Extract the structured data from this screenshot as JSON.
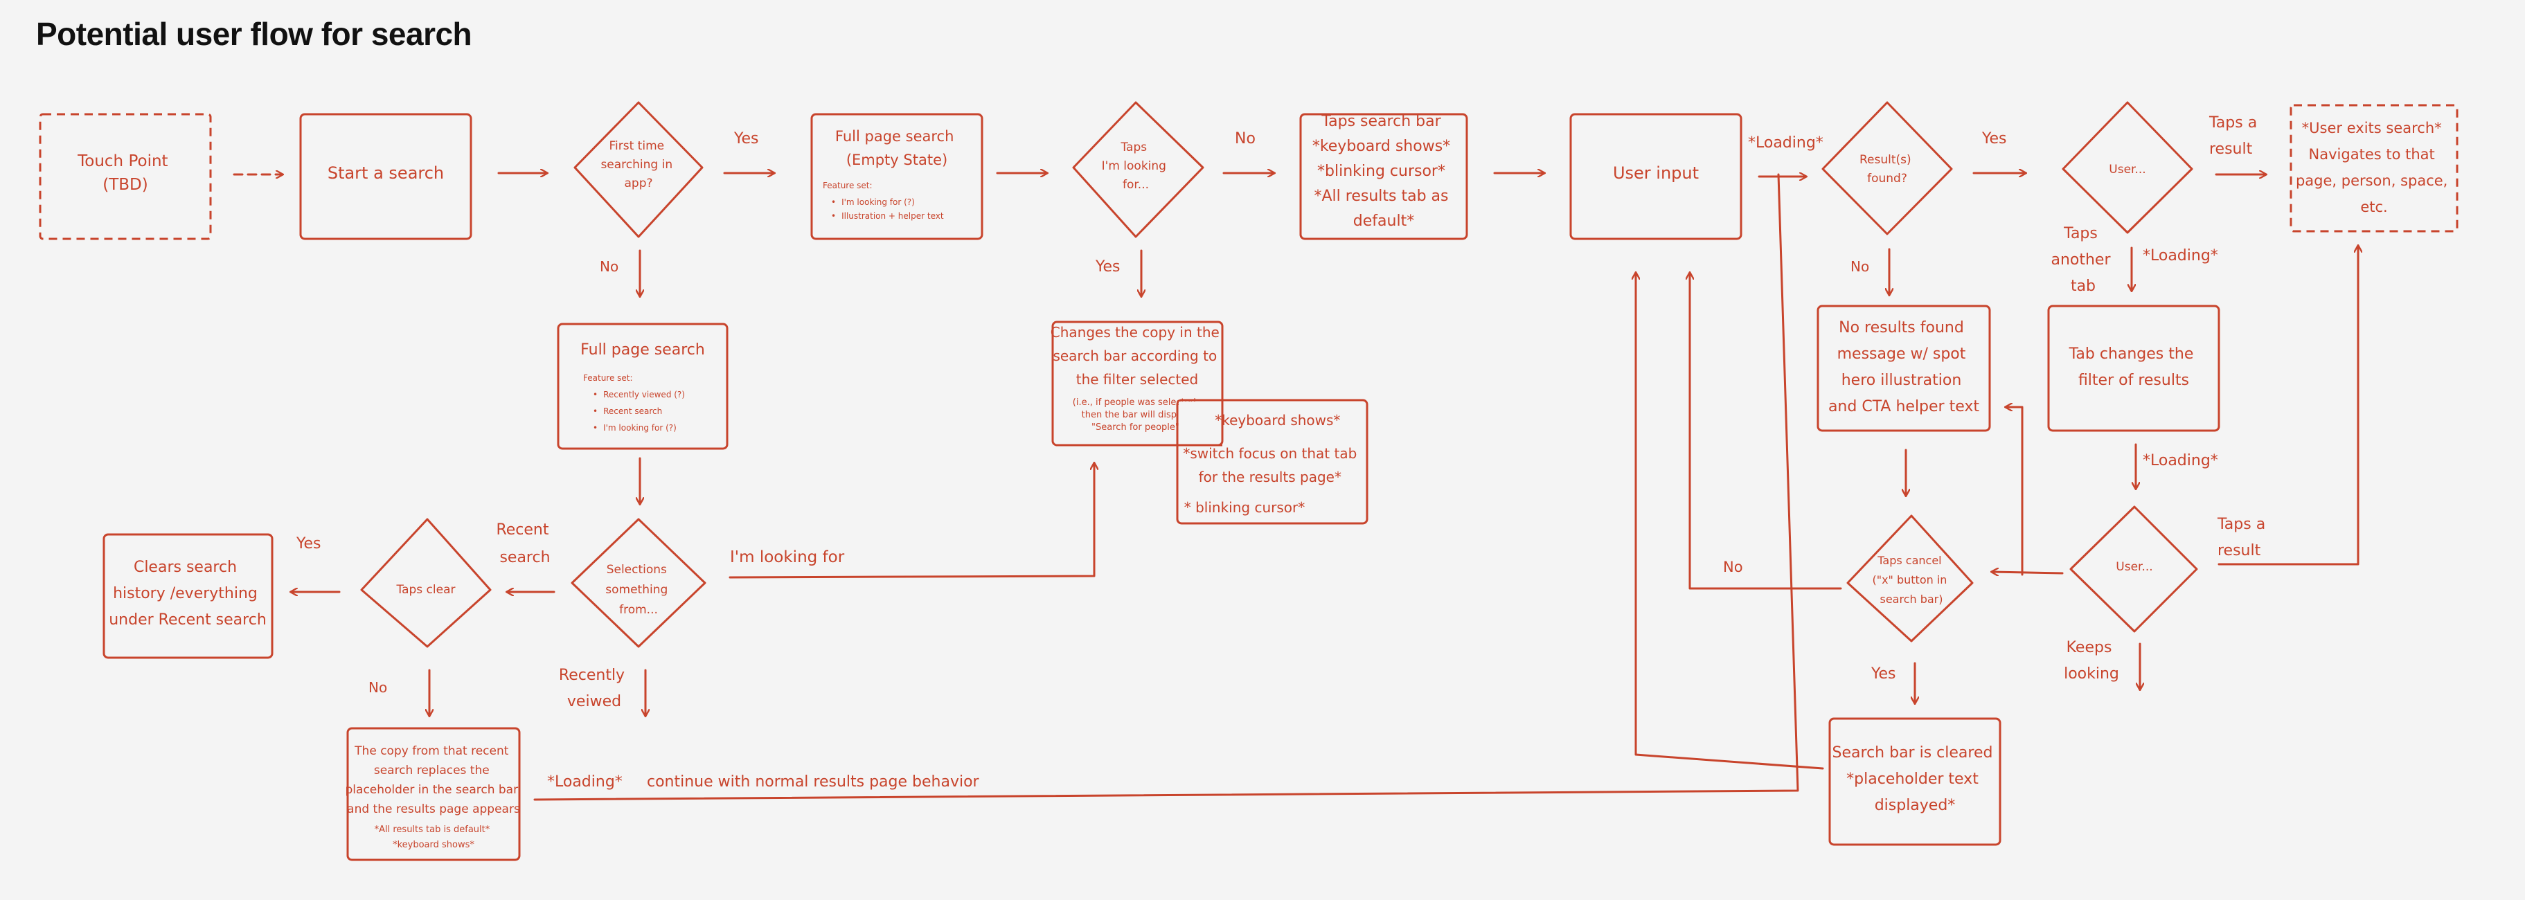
{
  "title": "Potential user flow for search",
  "colors": {
    "ink": "#c8442c",
    "background": "#f4f4f4",
    "title": "#111111"
  },
  "nodes": {
    "touch_point": [
      "Touch Point",
      "(TBD)"
    ],
    "start_search": [
      "Start a search"
    ],
    "first_time": [
      "First time",
      "searching in",
      "app?"
    ],
    "full_page_empty": {
      "title": [
        "Full page search",
        "(Empty State)"
      ],
      "feature_label": "Feature set:",
      "features": [
        "I'm looking for (?)",
        "Illustration + helper text"
      ]
    },
    "taps_looking_for": [
      "Taps",
      "I'm looking",
      "for..."
    ],
    "taps_search_bar": [
      "Taps search bar",
      "*keyboard shows*",
      "*blinking cursor*",
      "*All results tab as",
      "default*"
    ],
    "user_input": [
      "User input"
    ],
    "results_found": [
      "Result(s)",
      "found?"
    ],
    "user_decision_top": [
      "User..."
    ],
    "user_exits": [
      "*User exits search*",
      "Navigates to that",
      "page, person, space,",
      "etc."
    ],
    "full_page_search": {
      "title": "Full page search",
      "feature_label": "Feature set:",
      "features": [
        "Recently viewed (?)",
        "Recent search",
        "I'm looking for (?)"
      ]
    },
    "changes_copy": {
      "main": [
        "Changes the copy in the",
        "search bar according to",
        "the filter selected"
      ],
      "note": [
        "(i.e., if people was selected,",
        "then the bar will display",
        "\"Search for people\")"
      ]
    },
    "keyboard_focus": [
      "*keyboard shows*",
      "*switch focus on that tab",
      "for the results page*",
      "* blinking cursor*"
    ],
    "no_results": [
      "No results found",
      "message w/ spot",
      "hero illustration",
      "and CTA helper text"
    ],
    "tab_changes": [
      "Tab changes the",
      "filter of results"
    ],
    "selections": [
      "Selections",
      "something",
      "from..."
    ],
    "taps_clear": [
      "Taps clear"
    ],
    "clears_history": [
      "Clears search",
      "history /everything",
      "under Recent search"
    ],
    "taps_cancel": [
      "Taps cancel",
      "(\"x\" button in",
      "search bar)"
    ],
    "user_decision_bottom": [
      "User..."
    ],
    "copy_replaces": {
      "main": [
        "The copy from that recent",
        "search replaces the",
        "placeholder in the search bar",
        "and the results page appears"
      ],
      "note": [
        "*All results tab is default*",
        "*keyboard shows*"
      ]
    },
    "search_cleared": [
      "Search bar is cleared",
      "*placeholder text",
      "displayed*"
    ]
  },
  "edge_labels": {
    "yes_1": "Yes",
    "no_1": "No",
    "no_2": "No",
    "yes_2": "Yes",
    "loading_1": "*Loading*",
    "yes_3": "Yes",
    "no_3": "No",
    "taps_result_1": [
      "Taps a",
      "result"
    ],
    "taps_another_tab": [
      "Taps",
      "another",
      "tab"
    ],
    "loading_2": "*Loading*",
    "loading_3": "*Loading*",
    "taps_result_2": [
      "Taps a",
      "result"
    ],
    "keeps_looking": [
      "Keeps",
      "looking"
    ],
    "im_looking_for": "I'm looking for",
    "recent_search": [
      "Recent",
      "search"
    ],
    "yes_4": "Yes",
    "recently_viewed": [
      "Recently",
      "veiwed"
    ],
    "no_4": "No",
    "no_5": "No",
    "yes_5": "Yes",
    "loading_4": "*Loading*",
    "continue_normal": "continue with normal results page behavior"
  }
}
